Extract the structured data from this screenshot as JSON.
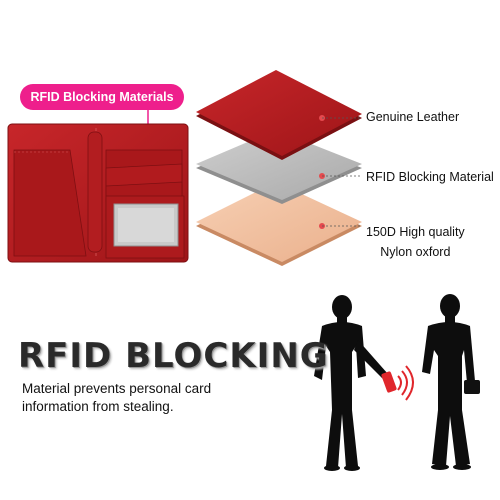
{
  "callout": {
    "label": "RFID Blocking Materials"
  },
  "layers": {
    "leather_label": "Genuine Leather",
    "rfid_label": "RFID Blocking Material",
    "nylon_label": "150D High quality\nNylon oxford"
  },
  "headline": {
    "title": "RFID BLOCKING",
    "subtitle": "Material prevents personal card\ninformation from stealing."
  },
  "colors": {
    "leather_red": "#b51c1f",
    "rfid_gray": "#bdbdbd",
    "nylon_peach": "#f3c2a2",
    "accent_pink": "#ee1f8c",
    "signal_red": "#e0262b"
  }
}
